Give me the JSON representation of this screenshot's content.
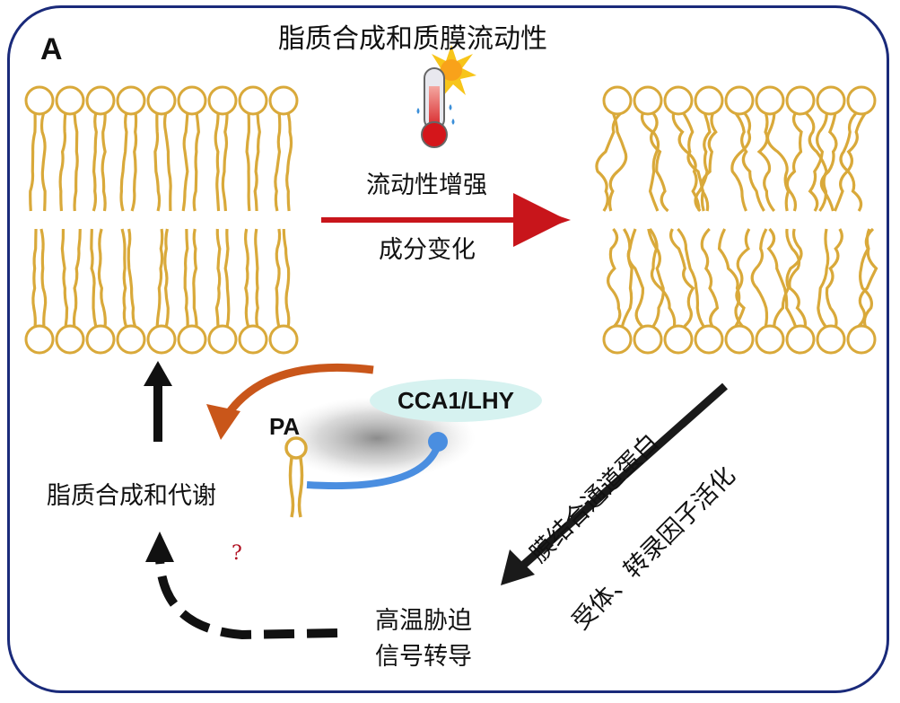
{
  "panel_label": "A",
  "top_title": "脂质合成和质膜流动性",
  "arrow_top_label": "流动性增强",
  "arrow_bottom_label": "成分变化",
  "left_label": "脂质合成和代谢",
  "pa_label": "PA",
  "cca_label": "CCA1/LHY",
  "question_mark": "?",
  "stress_line1": "高温胁迫",
  "stress_line2": "信号转导",
  "diag_line1": "膜结合通道蛋白",
  "diag_line2": "受体、转录因子活化",
  "colors": {
    "frame": "#1a2a7a",
    "lipid": "#d9a93a",
    "red_arrow": "#c8151b",
    "orange_arrow": "#c9561a",
    "blue_arrow": "#4a8ee0",
    "cca_bg": "#d6f2f0"
  },
  "icons": [
    "thermometer-sun-icon"
  ]
}
